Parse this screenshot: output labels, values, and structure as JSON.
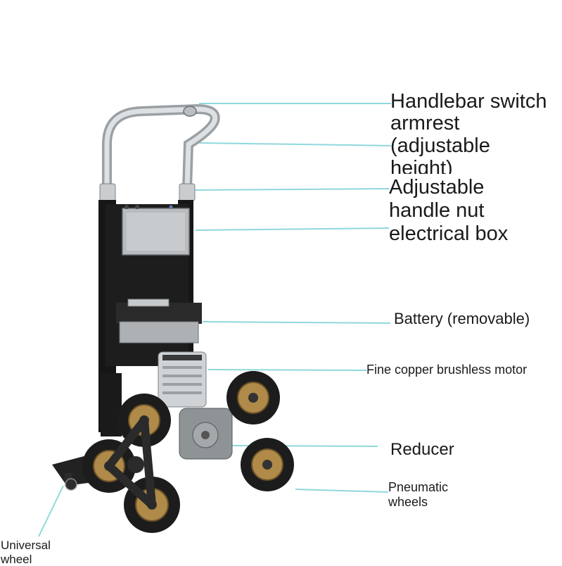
{
  "labels": {
    "handlebar_switch": "Handlebar switch",
    "armrest_line1": "armrest",
    "armrest_line2": "(adjustable",
    "armrest_line3": "height)",
    "adjustable_line1": "Adjustable",
    "adjustable_line2": "handle nut",
    "electrical_box": "electrical box",
    "battery": "Battery (removable)",
    "motor": "Fine copper brushless motor",
    "reducer": "Reducer",
    "pneumatic_line1": "Pneumatic",
    "pneumatic_line2": "wheels",
    "universal_line1": "Universal",
    "universal_line2": "wheel"
  },
  "colors": {
    "leader_line": "#8fd8dc",
    "frame": "#161616",
    "chrome": "#c9cdd0",
    "steel_box": "#b9bcbe",
    "tire": "#1c1c1c",
    "rim": "#b08a48"
  }
}
